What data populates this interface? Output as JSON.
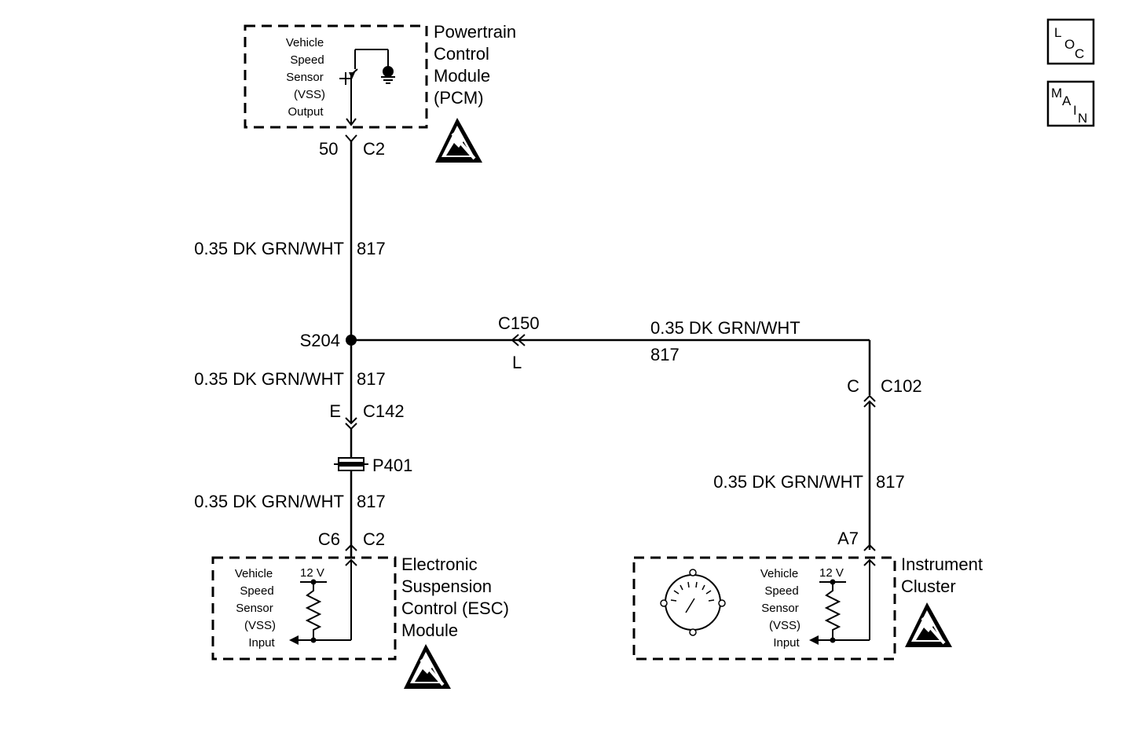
{
  "nav": {
    "loc": [
      "L",
      "O",
      "C"
    ],
    "main": [
      "M",
      "A",
      "I",
      "N"
    ]
  },
  "pcm": {
    "title": [
      "Powertrain",
      "Control",
      "Module",
      "(PCM)"
    ],
    "sensor": [
      "Vehicle",
      "Speed",
      "Sensor",
      "(VSS)",
      "Output"
    ],
    "pin": "50",
    "connector": "C2"
  },
  "wires": {
    "w1": {
      "spec": "0.35 DK GRN/WHT",
      "circuit": "817"
    },
    "w2": {
      "spec": "0.35 DK GRN/WHT",
      "circuit": "817"
    },
    "w3": {
      "spec": "0.35 DK GRN/WHT",
      "circuit": "817"
    },
    "w4": {
      "spec": "0.35 DK GRN/WHT",
      "circuit": "817"
    },
    "w5": {
      "spec": "0.35 DK GRN/WHT",
      "circuit": "817"
    }
  },
  "splice": "S204",
  "c150": {
    "name": "C150",
    "pin": "L"
  },
  "c142": {
    "pin": "E",
    "name": "C142"
  },
  "p401": "P401",
  "esc": {
    "pin": "C6",
    "connector": "C2",
    "title": [
      "Electronic",
      "Suspension",
      "Control (ESC)",
      "Module"
    ],
    "voltage": "12 V",
    "sensor": [
      "Vehicle",
      "Speed",
      "Sensor",
      "(VSS)",
      "Input"
    ]
  },
  "c102": {
    "pin": "C",
    "name": "C102"
  },
  "cluster": {
    "pin": "A7",
    "title": [
      "Instrument",
      "Cluster"
    ],
    "voltage": "12 V",
    "sensor": [
      "Vehicle",
      "Speed",
      "Sensor",
      "(VSS)",
      "Input"
    ]
  }
}
